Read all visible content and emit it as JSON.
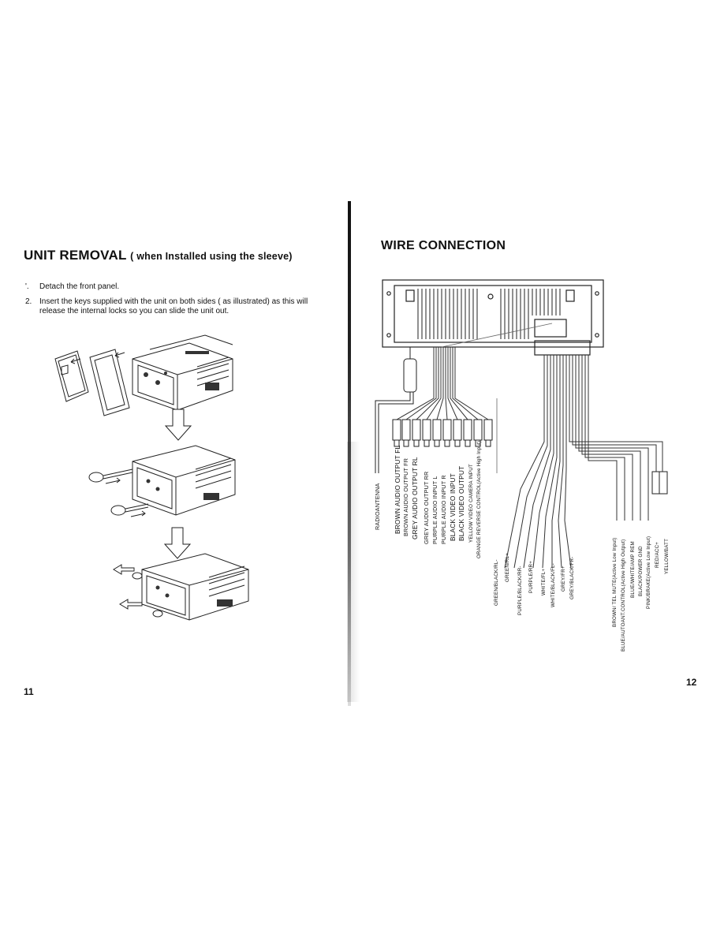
{
  "left_page": {
    "title": "UNIT REMOVAL",
    "subtitle": "( when Installed using the sleeve)",
    "steps": [
      {
        "num": "'.",
        "text": "Detach the front panel."
      },
      {
        "num": "2.",
        "text": "Insert the keys supplied with the unit on both sides ( as illustrated) as this will release the internal locks so you can slide the unit out."
      }
    ],
    "page_number": "11"
  },
  "right_page": {
    "title": "WIRE CONNECTION",
    "page_number": "12",
    "labels": [
      "RADIOANTENNA",
      "BROWN AUDIO OUTPUT FL",
      "BROWN AUDIO OUTPUT FR",
      "GREY AUDIO OUTPUT RL",
      "GREY AUDIO OUTPUT RR",
      "PURPLE AUDIO INPUT L",
      "PURPLE AUDIO INPUT R",
      "BLACK VIDEO INPUT",
      "BLACK VIDEO OUTPUT",
      "YELLOW VIDEO CAMERA INPUT",
      "ORANGE REVERSE CONTROL(Active High Input)",
      "GREEN/BLACK/RL-",
      "GREEN/RL+",
      "PURPLE/BLACK/RR-",
      "PURPLE/RR+",
      "WHITE/FL+",
      "WHITE/BLACK/FL-",
      "GREY/FR+",
      "GREY/BLACK/FR-",
      "BROWN/ TEL MUTE(Active Low Input)",
      "BLUE/AUTOANT.CONTROL(Active High Output)",
      "BLUE/WHITE/AMP REM",
      "BLACK/POWER GND",
      "PINK/BRAKE(Active Low Input)",
      "RED/ACC+",
      "YELLOW/BATT"
    ]
  }
}
